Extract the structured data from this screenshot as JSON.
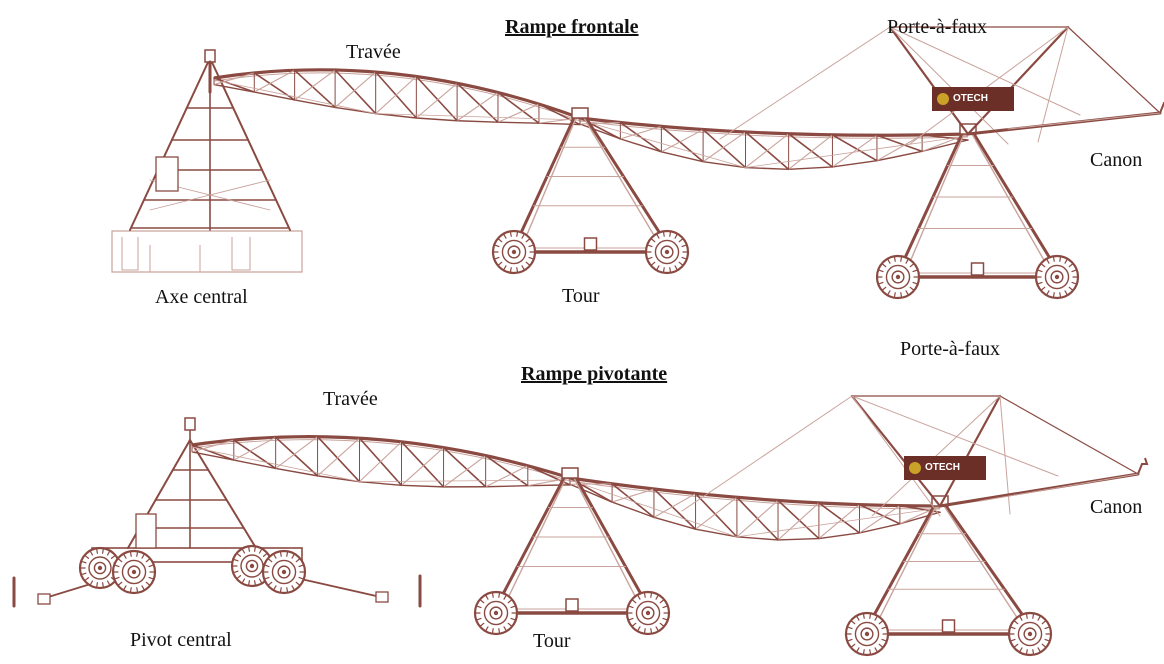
{
  "diagrams": [
    {
      "title": "Rampe frontale",
      "labels": {
        "span": "Travée",
        "overhang": "Porte-à-faux",
        "gun": "Canon",
        "center": "Axe central",
        "tower": "Tour"
      },
      "logo": "OTECH"
    },
    {
      "title": "Rampe pivotante",
      "labels": {
        "span": "Travée",
        "overhang": "Porte-à-faux",
        "gun": "Canon",
        "center": "Pivot central",
        "tower": "Tour"
      },
      "logo": "OTECH"
    }
  ],
  "colors": {
    "structure": "#8a4a42",
    "structure_light": "#c9a39c",
    "logo_bg": "#6b2f27",
    "logo_accent": "#c9a227",
    "text": "#111111"
  }
}
